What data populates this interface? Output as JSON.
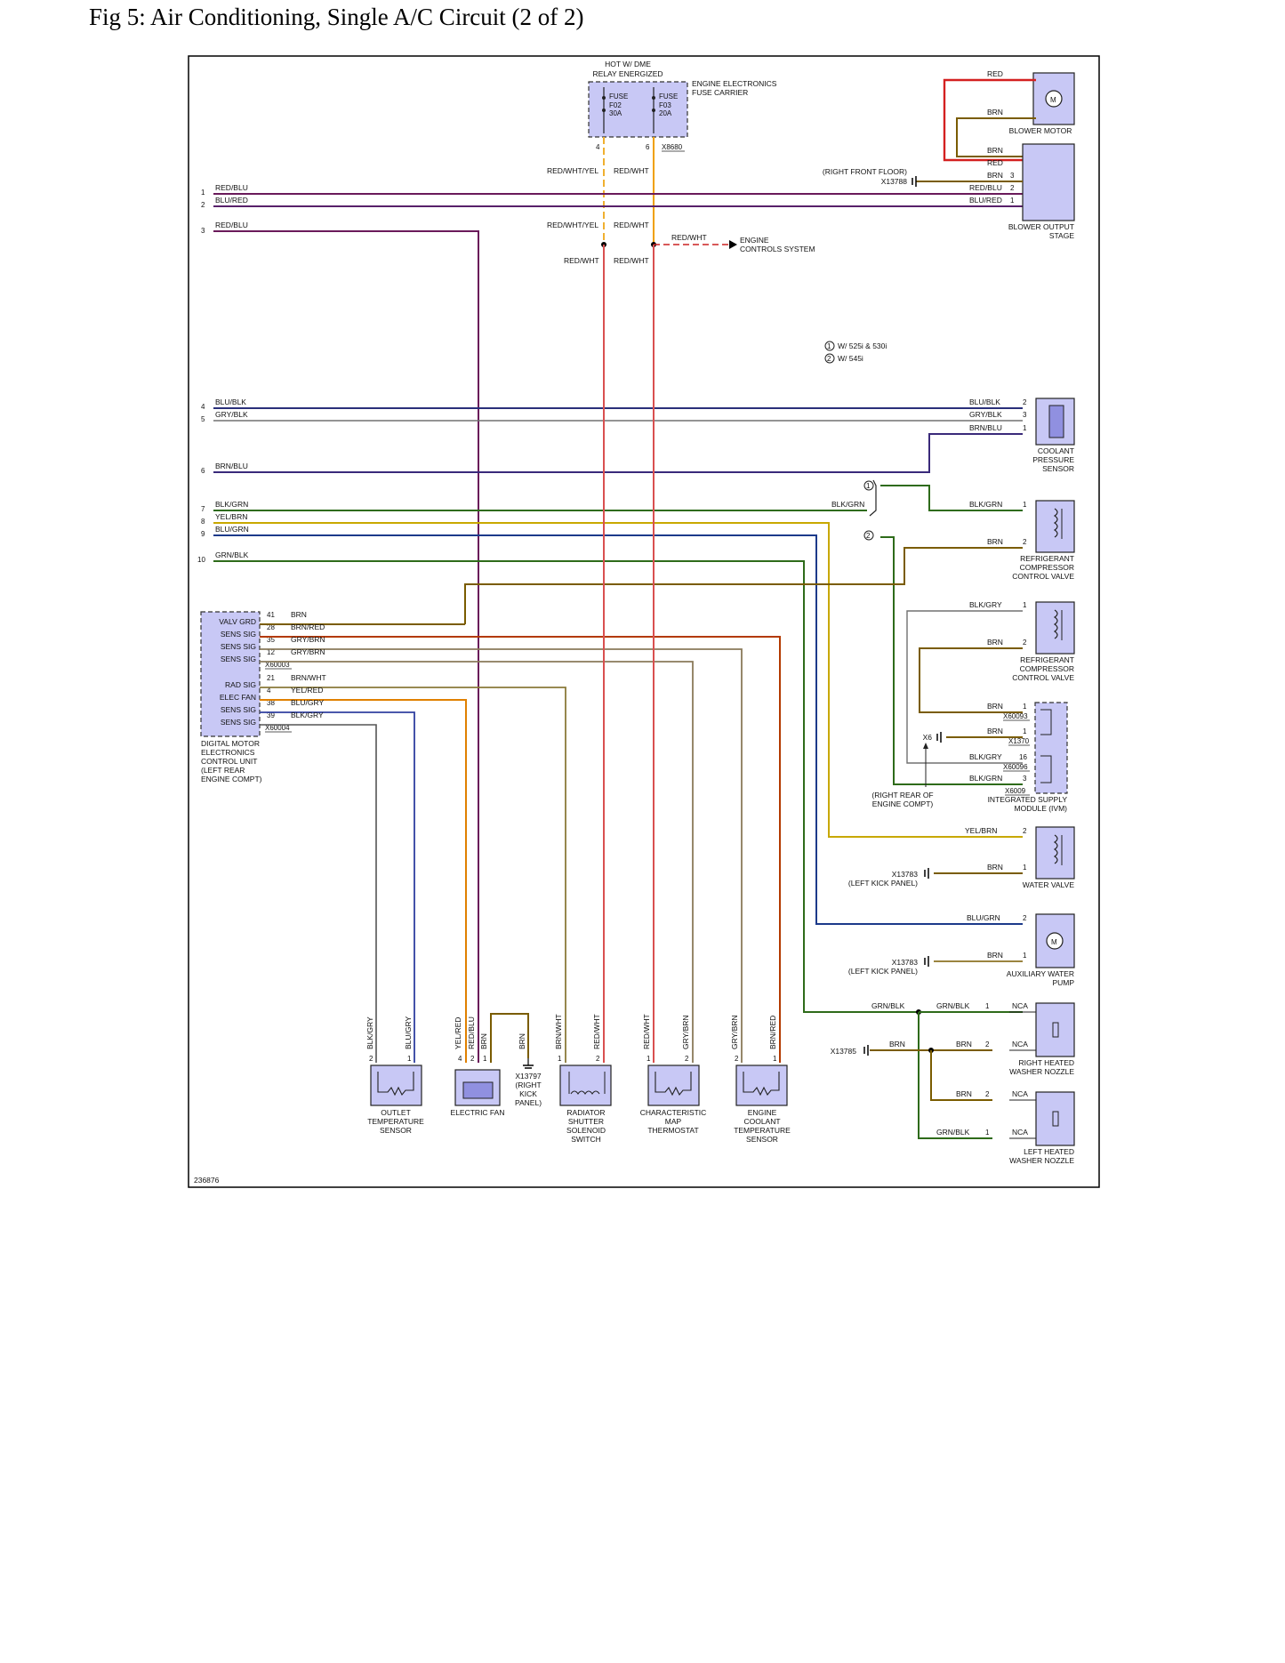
{
  "page_title": "Fig 5: Air Conditioning, Single A/C Circuit (2 of 2)",
  "diagram_id": "236876",
  "legend": {
    "one": "W/ 525i & 530i",
    "two": "W/ 545i"
  },
  "fuse_block": {
    "heading1": "HOT W/ DME",
    "heading2": "RELAY ENERGIZED",
    "carrier1": "ENGINE ELECTRONICS",
    "carrier2": "FUSE CARRIER",
    "fuse_word": "FUSE",
    "f02": "F02",
    "f02_rating": "30A",
    "f03": "F03",
    "f03_rating": "20A",
    "pin_a": "4",
    "pin_b": "6",
    "connector": "X8680"
  },
  "engine_controls": {
    "line1": "ENGINE",
    "line2": "CONTROLS SYSTEM"
  },
  "wire_colors": {
    "red_blu": "#6a1a5a",
    "blu_red": "#58206a",
    "blu_blk": "#2a2f7a",
    "gry_blk": "#707070",
    "brn_blu": "#3a2a7a",
    "blk_grn": "#2e6b1a",
    "yel_brn": "#c8a800",
    "blu_grn": "#1c3a8a",
    "grn_blk": "#2e6b1a",
    "brn": "#7a5c00",
    "brn_red": "#b33a00",
    "gry_brn": "#8a7a5a",
    "brn_wht": "#8a7a3a",
    "yel_red": "#e08000",
    "blu_gry": "#3040a0",
    "blk_gry": "#555555",
    "red": "#d42020",
    "red_wht": "#d95050",
    "red_wht_yel": "#f0b030",
    "red_wht_fuse": "#f0a000"
  },
  "labels": {
    "red_blu": "RED/BLU",
    "blu_red": "BLU/RED",
    "red": "RED",
    "brn": "BRN",
    "red_wht_yel": "RED/WHT/YEL",
    "red_wht": "RED/WHT",
    "blu_blk": "BLU/BLK",
    "gry_blk": "GRY/BLK",
    "brn_blu": "BRN/BLU",
    "blk_grn": "BLK/GRN",
    "yel_brn": "YEL/BRN",
    "blu_grn": "BLU/GRN",
    "grn_blk": "GRN/BLK",
    "blk_gry": "BLK/GRY",
    "brn_red": "BRN/RED",
    "gry_brn": "GRY/BRN",
    "brn_wht": "BRN/WHT",
    "yel_red": "YEL/RED",
    "blu_gry": "BLU/GRY",
    "nca": "NCA"
  },
  "row_numbers": [
    "1",
    "2",
    "3",
    "4",
    "5",
    "6",
    "7",
    "8",
    "9",
    "10"
  ],
  "pin_numbers": {
    "p1": "1",
    "p2": "2",
    "p3": "3",
    "p4": "4",
    "p16": "16"
  },
  "blower_motor": {
    "name": "BLOWER MOTOR",
    "symbol": "M"
  },
  "blower_output": {
    "line1": "BLOWER OUTPUT",
    "line2": "STAGE"
  },
  "ground_front_floor": {
    "location": "(RIGHT FRONT FLOOR)",
    "id": "X13788"
  },
  "coolant_sensor": {
    "line1": "COOLANT",
    "line2": "PRESSURE",
    "line3": "SENSOR"
  },
  "refrigerant_valve": {
    "line1": "REFRIGERANT",
    "line2": "COMPRESSOR",
    "line3": "CONTROL VALVE"
  },
  "ivm": {
    "line1": "INTEGRATED SUPPLY",
    "line2": "MODULE (IVM)",
    "c1": "X60093",
    "c2": "X1370",
    "c3": "X60096",
    "c4": "X6009"
  },
  "ground_x6": {
    "id": "X6",
    "loc1": "(RIGHT REAR OF",
    "loc2": "ENGINE COMPT)"
  },
  "water_valve": {
    "name": "WATER VALVE"
  },
  "ground_kick": {
    "id": "X13783",
    "location": "(LEFT KICK PANEL)"
  },
  "aux_pump": {
    "line1": "AUXILIARY WATER",
    "line2": "PUMP",
    "symbol": "M"
  },
  "ground_x13785": {
    "id": "X13785"
  },
  "right_nozzle": {
    "line1": "RIGHT HEATED",
    "line2": "WASHER NOZZLE"
  },
  "left_nozzle": {
    "line1": "LEFT HEATED",
    "line2": "WASHER NOZZLE"
  },
  "dme": {
    "signals": [
      "VALV GRD",
      "SENS SIG",
      "SENS SIG",
      "SENS SIG",
      "RAD SIG",
      "ELEC FAN",
      "SENS SIG",
      "SENS SIG"
    ],
    "pins": [
      "41",
      "28",
      "35",
      "12",
      "21",
      "4",
      "38",
      "39"
    ],
    "connector1": "X60003",
    "connector2": "X60004",
    "name": [
      "DIGITAL MOTOR",
      "ELECTRONICS",
      "CONTROL UNIT",
      "(LEFT REAR",
      "ENGINE COMPT)"
    ]
  },
  "bottom": {
    "outlet": [
      "OUTLET",
      "TEMPERATURE",
      "SENSOR"
    ],
    "fan": [
      "ELECTRIC FAN"
    ],
    "ground_x13797": [
      "X13797",
      "(RIGHT",
      "KICK",
      "PANEL)"
    ],
    "shutter": [
      "RADIATOR",
      "SHUTTER",
      "SOLENOID",
      "SWITCH"
    ],
    "thermostat": [
      "CHARACTERISTIC",
      "MAP",
      "THERMOSTAT"
    ],
    "ect": [
      "ENGINE",
      "COOLANT",
      "TEMPERATURE",
      "SENSOR"
    ]
  }
}
